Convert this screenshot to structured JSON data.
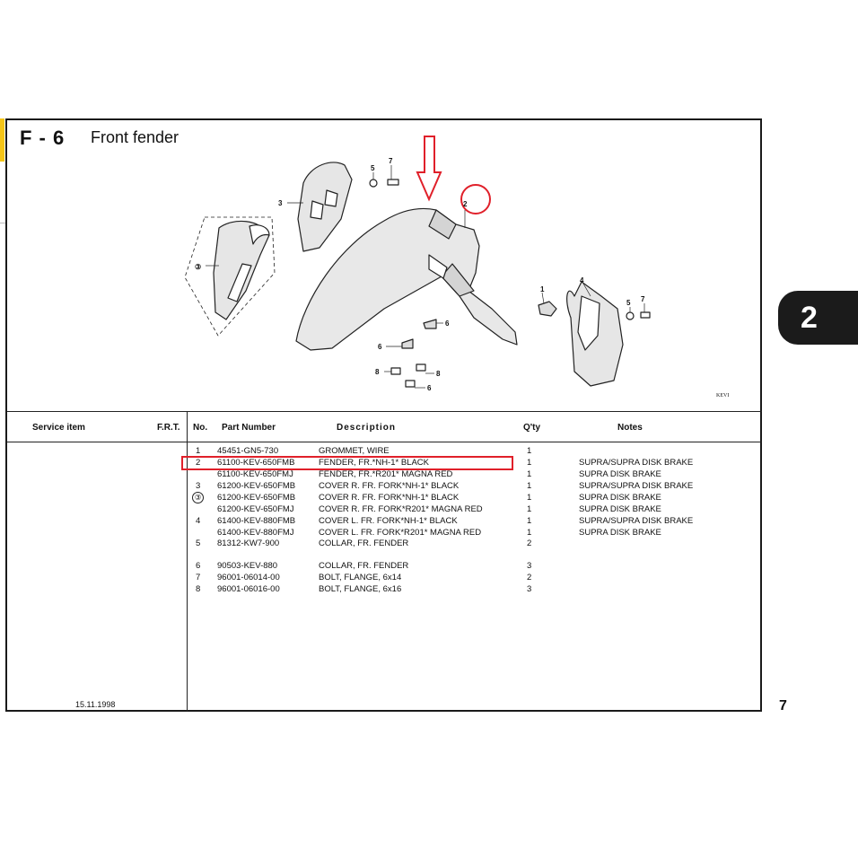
{
  "section": {
    "code": "F - 6",
    "title": "Front fender"
  },
  "diagram": {
    "code": "KEVI",
    "labels": [
      "1",
      "2",
      "3",
      "③",
      "4",
      "5",
      "6",
      "7",
      "8"
    ]
  },
  "table": {
    "headers": {
      "service_item": "Service item",
      "frt": "F.R.T.",
      "no": "No.",
      "part_number": "Part Number",
      "description": "Description",
      "qty": "Q'ty",
      "notes": "Notes"
    },
    "rows": [
      {
        "no": "1",
        "part": "45451-GN5-730",
        "desc": "GROMMET, WIRE",
        "qty": "1",
        "note": ""
      },
      {
        "no": "2",
        "part": "61100-KEV-650FMB",
        "desc": "FENDER, FR.*NH-1* BLACK",
        "qty": "1",
        "note": "SUPRA/SUPRA DISK BRAKE"
      },
      {
        "no": "",
        "part": "61100-KEV-650FMJ",
        "desc": "FENDER, FR.*R201* MAGNA RED",
        "qty": "1",
        "note": "SUPRA DISK BRAKE"
      },
      {
        "no": "3",
        "part": "61200-KEV-650FMB",
        "desc": "COVER R. FR. FORK*NH-1* BLACK",
        "qty": "1",
        "note": "SUPRA/SUPRA DISK BRAKE"
      },
      {
        "no": "③",
        "part": "61200-KEV-650FMB",
        "desc": "COVER R. FR. FORK*NH-1* BLACK",
        "qty": "1",
        "note": "SUPRA DISK BRAKE"
      },
      {
        "no": "",
        "part": "61200-KEV-650FMJ",
        "desc": "COVER R. FR. FORK*R201* MAGNA RED",
        "qty": "1",
        "note": "SUPRA DISK BRAKE"
      },
      {
        "no": "4",
        "part": "61400-KEV-880FMB",
        "desc": "COVER L. FR. FORK*NH-1* BLACK",
        "qty": "1",
        "note": "SUPRA/SUPRA DISK BRAKE"
      },
      {
        "no": "",
        "part": "61400-KEV-880FMJ",
        "desc": "COVER L. FR. FORK*R201* MAGNA RED",
        "qty": "1",
        "note": "SUPRA DISK BRAKE"
      },
      {
        "no": "5",
        "part": "81312-KW7-900",
        "desc": "COLLAR, FR. FENDER",
        "qty": "2",
        "note": ""
      },
      {
        "no": "6",
        "part": "90503-KEV-880",
        "desc": "COLLAR, FR. FENDER",
        "qty": "3",
        "note": ""
      },
      {
        "no": "7",
        "part": "96001-06014-00",
        "desc": "BOLT, FLANGE, 6x14",
        "qty": "2",
        "note": ""
      },
      {
        "no": "8",
        "part": "96001-06016-00",
        "desc": "BOLT, FLANGE, 6x16",
        "qty": "3",
        "note": ""
      }
    ]
  },
  "date": "15.11.1998",
  "chapter_tab": "2",
  "page_number": "7",
  "colors": {
    "highlight": "#e0202a",
    "tab_bg": "#1b1b1b",
    "accent_mark": "#f5c518"
  }
}
